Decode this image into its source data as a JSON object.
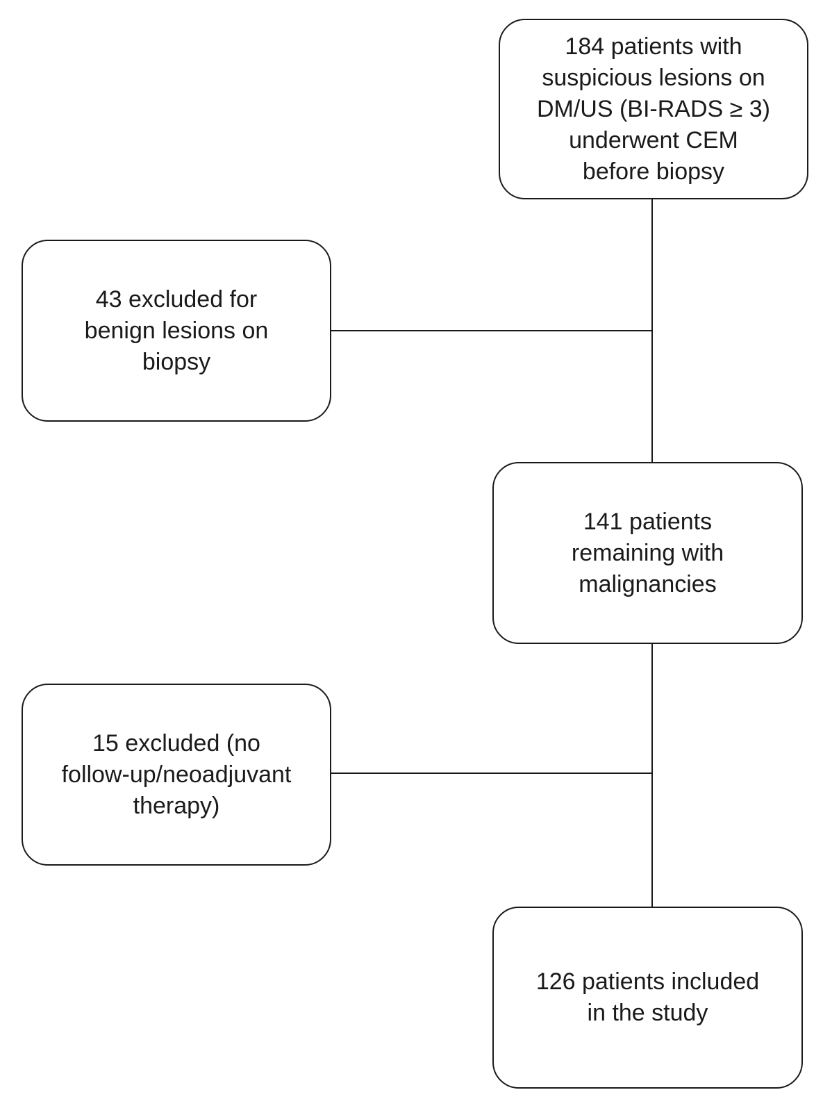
{
  "flowchart": {
    "screened": "184 patients with\nsuspicious lesions on\nDM/US (BI-RADS ≥ 3)\nunderwent CEM\nbefore biopsy",
    "excluded_benign": "43 excluded for\nbenign lesions on\nbiopsy",
    "remaining": "141 patients\nremaining with\nmalignancies",
    "excluded_followup": "15 excluded (no\nfollow-up/neoadjuvant\ntherapy)",
    "included": "126 patients included\nin the study"
  },
  "colors": {
    "stroke": "#1a1a1a",
    "background": "#ffffff"
  }
}
